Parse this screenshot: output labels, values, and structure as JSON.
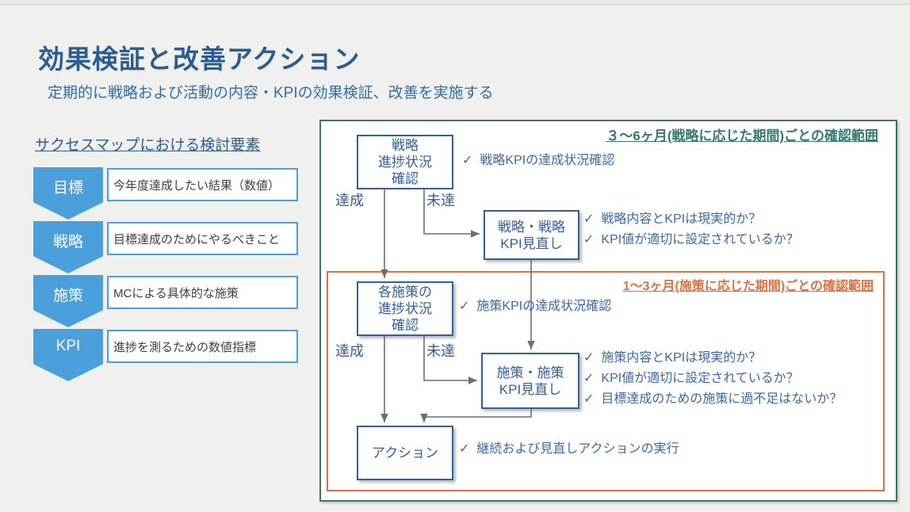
{
  "slide": {
    "title": "効果検証と改善アクション",
    "subtitle": "定期的に戦略および活動の内容・KPIの効果検証、改善を実施する"
  },
  "success_map": {
    "heading": "サクセスマップにおける検討要素",
    "items": [
      {
        "label": "目標",
        "desc": "今年度達成したい結果（数値）"
      },
      {
        "label": "戦略",
        "desc": "目標達成のためにやるべきこと"
      },
      {
        "label": "施策",
        "desc": "MCによる具体的な施策"
      },
      {
        "label": "KPI",
        "desc": "進捗を測るための数値指標"
      }
    ]
  },
  "flow": {
    "outer_scope_label": "３〜6ヶ月(戦略に応じた期間)ごとの確認範囲",
    "inner_scope_label": "1〜3ヶ月(施策に応じた期間)ごとの確認範囲",
    "check_glyph": "✓",
    "edge_labels": {
      "achieved": "達成",
      "not_achieved": "未達"
    },
    "boxes": {
      "strategy_status": "戦略\n進捗状況\n確認",
      "strategy_review": "戦略・戦略\nKPI見直し",
      "measure_status": "各施策の\n進捗状況\n確認",
      "measure_review": "施策・施策\nKPI見直し",
      "action": "アクション"
    },
    "checks": {
      "strategy_status": [
        "戦略KPIの達成状況確認"
      ],
      "strategy_review": [
        "戦略内容とKPIは現実的か？",
        "KPI値が適切に設定されているか？"
      ],
      "measure_status": [
        "施策KPIの達成状況確認"
      ],
      "measure_review": [
        "施策内容とKPIは現実的か？",
        "KPI値が適切に設定されているか？",
        "目標達成のための施策に過不足はないか？"
      ],
      "action": [
        "継続および見直しアクションの実行"
      ]
    }
  },
  "colors": {
    "title_blue": "#2b5c93",
    "accent_blue": "#4b9fdb",
    "flow_blue": "#31609e",
    "check_blue": "#3a69a5",
    "scope_green": "#367a6e",
    "scope_orange": "#e0713c",
    "arrow_gray": "#6e6e6e"
  }
}
